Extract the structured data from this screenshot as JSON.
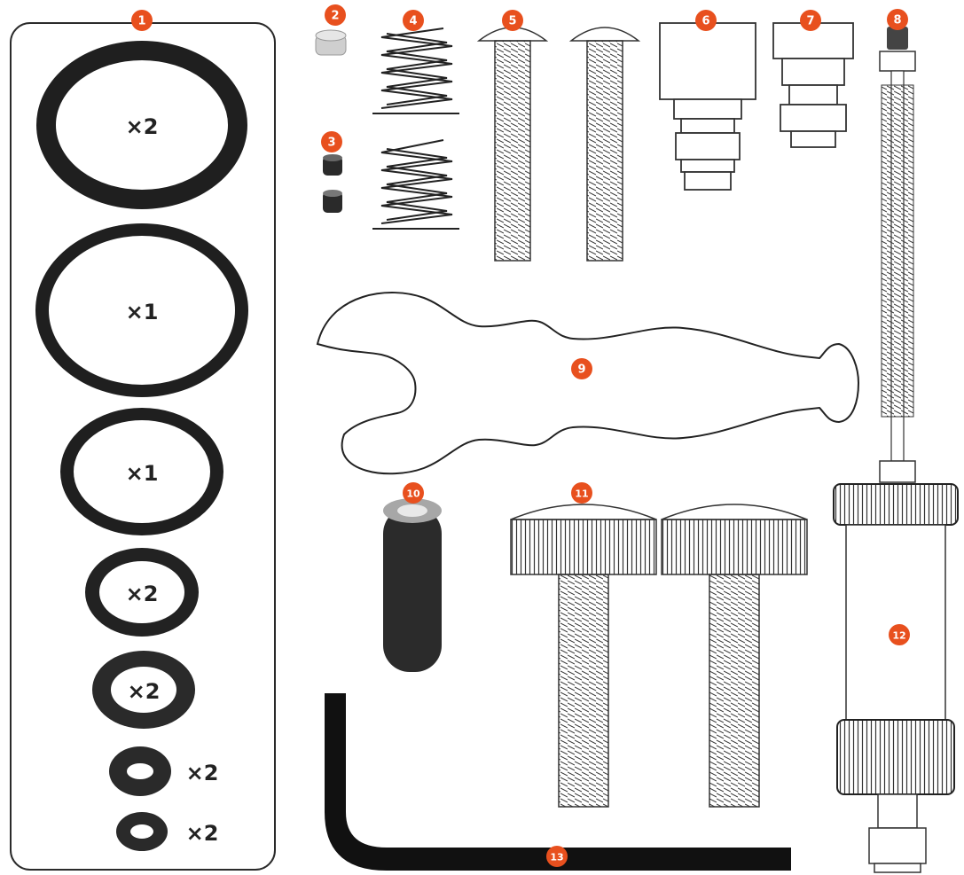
{
  "colors": {
    "badge": "#e8501e",
    "badge_text": "#ffffff",
    "line": "#2a2a2a",
    "ring_dark": "#1e1e1e",
    "ring_mid": "#555555",
    "light_grey": "#cfcfcf"
  },
  "callouts": [
    "1",
    "2",
    "3",
    "4",
    "5",
    "6",
    "7",
    "8",
    "9",
    "10",
    "11",
    "12",
    "13"
  ],
  "oring_quantities": [
    "×2",
    "×1",
    "×1",
    "×2",
    "×2",
    "×2",
    "×2"
  ]
}
